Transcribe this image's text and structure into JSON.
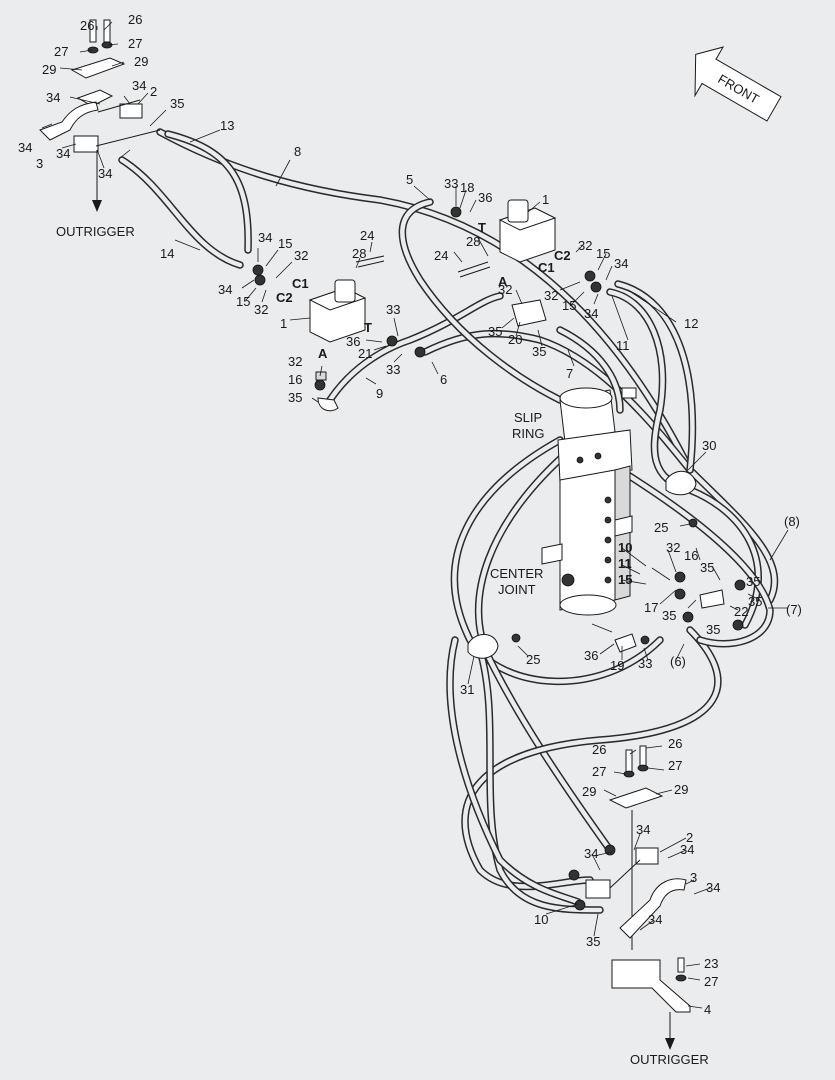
{
  "diagram": {
    "direction_label": "FRONT",
    "captions": {
      "outrigger_top": "OUTRIGGER",
      "outrigger_bottom": "OUTRIGGER",
      "slip_ring_l1": "SLIP",
      "slip_ring_l2": "RING",
      "center_joint_l1": "CENTER",
      "center_joint_l2": "JOINT"
    },
    "port_labels": {
      "c1_left": "C1",
      "c2_left": "C2",
      "t_left": "T",
      "a_left": "A",
      "c1_right": "C1",
      "c2_right": "C2",
      "t_right": "T",
      "a_right": "A",
      "p10": "10",
      "p11": "11",
      "p15": "15"
    },
    "callouts": {
      "n26a": "26",
      "n26b": "26",
      "n27a": "27",
      "n27b": "27",
      "n29a": "29",
      "n29b": "29",
      "n34a": "34",
      "n34b": "34",
      "n34c": "34",
      "n34d": "34",
      "n34e": "34",
      "n2a": "2",
      "n35a": "35",
      "n3a": "3",
      "n13": "13",
      "n8": "8",
      "n14": "14",
      "n34f": "34",
      "n15a": "15",
      "n32a": "32",
      "n34g": "34",
      "n15b": "15",
      "n32b": "32",
      "n28a": "28",
      "n24a": "24",
      "n1a": "1",
      "n33a": "33",
      "n36a": "36",
      "n21": "21",
      "n33b": "33",
      "n32c": "32",
      "n16a": "16",
      "n35b": "35",
      "n9": "9",
      "n6": "6",
      "n5": "5",
      "n33c": "33",
      "n18": "18",
      "n36b": "36",
      "n1b": "1",
      "n28b": "28",
      "n24b": "24",
      "n32d": "32",
      "n15c": "15",
      "n34h": "34",
      "n32e": "32",
      "n15d": "15",
      "n34i": "34",
      "n12": "12",
      "n11": "11",
      "n32f": "32",
      "n35c": "35",
      "n20": "20",
      "n35d": "35",
      "n7": "7",
      "n30": "30",
      "n25a": "25",
      "n8p": "(8)",
      "n32g": "32",
      "n16b": "16",
      "n35e": "35",
      "n35f": "35",
      "n17": "17",
      "n22": "22",
      "n35g": "35",
      "n35h": "35",
      "n7p": "(7)",
      "n36c": "36",
      "n19": "19",
      "n33d": "33",
      "n6p": "(6)",
      "n25b": "25",
      "n31": "31",
      "n26c": "26",
      "n26d": "26",
      "n27c": "27",
      "n27d": "27",
      "n29c": "29",
      "n29d": "29",
      "n34j": "34",
      "n2b": "2",
      "n34k": "34",
      "n34l": "34",
      "n3b": "3",
      "n34m": "34",
      "n10": "10",
      "n34n": "34",
      "n35i": "35",
      "n23": "23",
      "n27e": "27",
      "n4": "4"
    }
  }
}
